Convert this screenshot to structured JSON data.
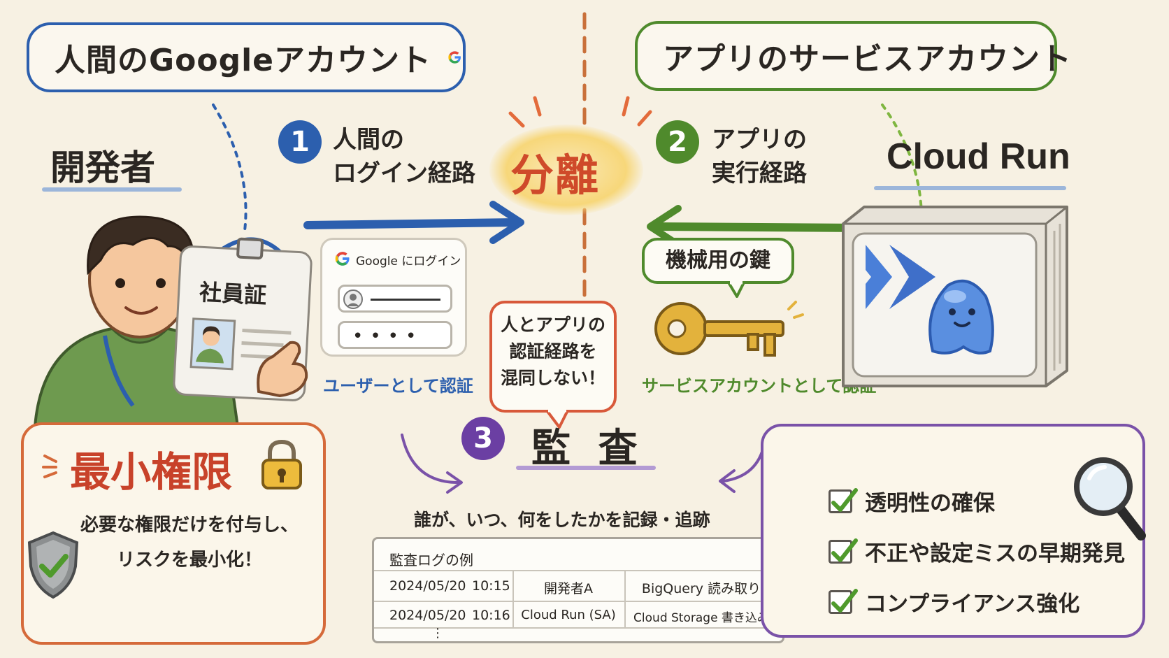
{
  "human": {
    "title": "人間のGoogleアカウント",
    "role": "開発者",
    "id_card": "社員証",
    "path_label": "人間の\nログイン経路",
    "login_card": "Google にログイン",
    "auth_caption": "ユーザーとして認証",
    "color": "#2c5fae"
  },
  "app": {
    "title": "アプリのサービスアカウント",
    "role": "Cloud Run",
    "path_label": "アプリの\n実行経路",
    "key_label": "機械用の鍵",
    "auth_caption": "サービスアカウントとして認証",
    "color": "#4f8a2c"
  },
  "center": {
    "title": "分離",
    "warning": "人とアプリの\n認証経路を\n混同しない！"
  },
  "steps": {
    "one": "1",
    "two": "2",
    "three": "3"
  },
  "audit": {
    "title": "監 査",
    "subtitle": "誰が、いつ、何をしたかを記録・追跡",
    "log_title": "監査ログの例",
    "rows": [
      [
        "2024/05/20",
        "10:15",
        "開発者A",
        "BigQuery 読み取り"
      ],
      [
        "2024/05/20",
        "10:16",
        "Cloud Run (SA)",
        "Cloud Storage 書き込み"
      ]
    ],
    "ellipsis": "⋮"
  },
  "least_privilege": {
    "title": "最小権限",
    "desc": "必要な権限だけを付与し、\nリスクを最小化！",
    "color": "#d56a3a"
  },
  "benefits": {
    "items": [
      "透明性の確保",
      "不正や設定ミスの早期発見",
      "コンプライアンス強化"
    ],
    "color": "#7a52a8"
  }
}
